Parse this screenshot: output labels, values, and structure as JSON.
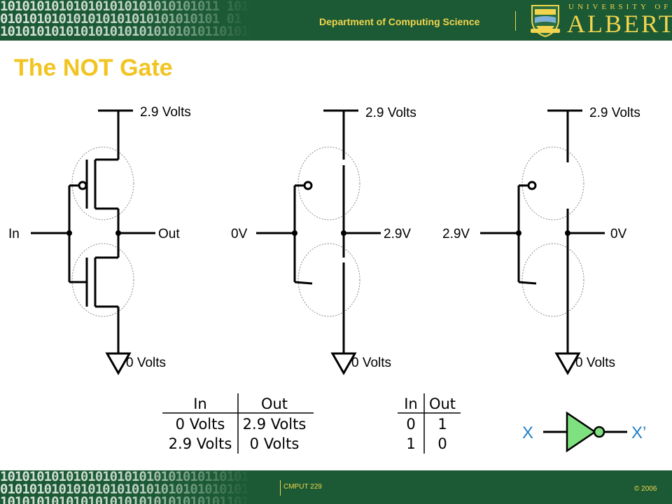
{
  "header": {
    "department": "Department of Computing Science",
    "university_small": "UNIVERSITY OF",
    "university_large": "ALBERTA",
    "binary_rows": [
      "101010101010101010101010101011 1010",
      "010101010101010101010101010101 01 10",
      "10101010101010101010101010101101010"
    ]
  },
  "title": "The NOT Gate",
  "circuits": [
    {
      "vdd": "2.9 Volts",
      "gnd": "0 Volts",
      "input": "In",
      "output": "Out"
    },
    {
      "vdd": "2.9 Volts",
      "gnd": "0 Volts",
      "input": "0V",
      "output": "2.9V"
    },
    {
      "vdd": "2.9 Volts",
      "gnd": "0 Volts",
      "input": "2.9V",
      "output": "0V"
    }
  ],
  "truth_table_volts": {
    "headers": [
      "In",
      "Out"
    ],
    "rows": [
      [
        "0 Volts",
        "2.9 Volts"
      ],
      [
        "2.9 Volts",
        "0 Volts"
      ]
    ]
  },
  "truth_table_bits": {
    "headers": [
      "In",
      "Out"
    ],
    "rows": [
      [
        "0",
        "1"
      ],
      [
        "1",
        "0"
      ]
    ]
  },
  "gate_symbol": {
    "input": "X",
    "output": "X’"
  },
  "footer": {
    "course": "CMPUT 229",
    "copyright": "© 2006",
    "binary_rows": [
      "1010101010101010101010101010110101",
      "0101010101010101010101010101010101",
      "1010101010101010101010101010101101"
    ]
  },
  "colors": {
    "brand_green": "#1b5a34",
    "brand_gold": "#f2c421",
    "symbol_fill": "#7fe07f",
    "symbol_label": "#1f7fc4"
  },
  "icons": {
    "logo": "university-shield-icon"
  }
}
